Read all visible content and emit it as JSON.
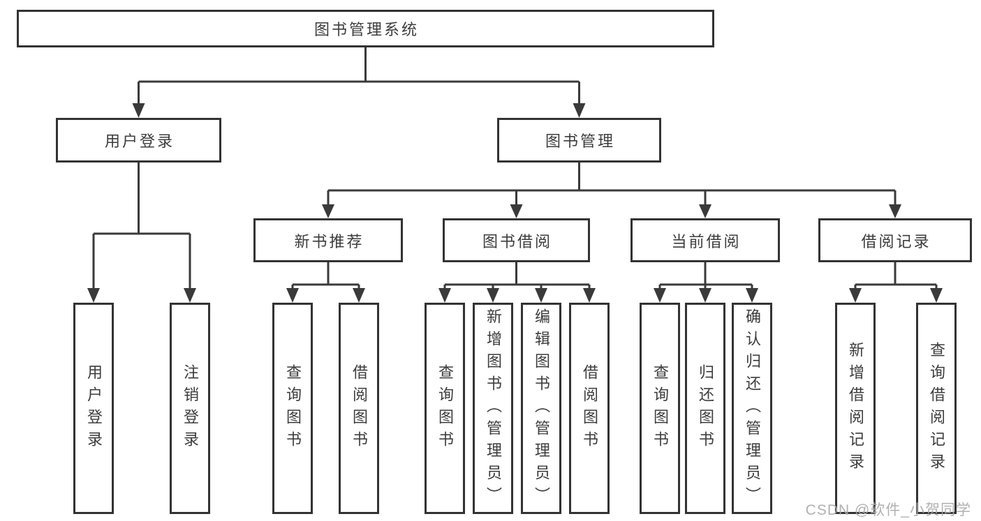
{
  "diagram": {
    "tree": {
      "root": "图书管理系统",
      "branches": [
        {
          "label": "用户登录",
          "children": [
            {
              "label": "用户登录"
            },
            {
              "label": "注销登录"
            }
          ]
        },
        {
          "label": "图书管理",
          "children": [
            {
              "label": "新书推荐",
              "children": [
                {
                  "label": "查询图书"
                },
                {
                  "label": "借阅图书"
                }
              ]
            },
            {
              "label": "图书借阅",
              "children": [
                {
                  "label": "查询图书"
                },
                {
                  "label": "新增图书（管理员）"
                },
                {
                  "label": "编辑图书（管理员）"
                },
                {
                  "label": "借阅图书"
                }
              ]
            },
            {
              "label": "当前借阅",
              "children": [
                {
                  "label": "查询图书"
                },
                {
                  "label": "归还图书"
                },
                {
                  "label": "确认归还（管理员）"
                }
              ]
            },
            {
              "label": "借阅记录",
              "children": [
                {
                  "label": "新增借阅记录"
                },
                {
                  "label": "查询借阅记录"
                }
              ]
            }
          ]
        }
      ]
    },
    "colors": {
      "line": "#3a3a3a",
      "box_border": "#333333",
      "box_fill": "#ffffff",
      "text": "#3c3c3c",
      "background": "#ffffff"
    }
  },
  "watermark": {
    "text": "CSDN @软件_小贺同学"
  }
}
